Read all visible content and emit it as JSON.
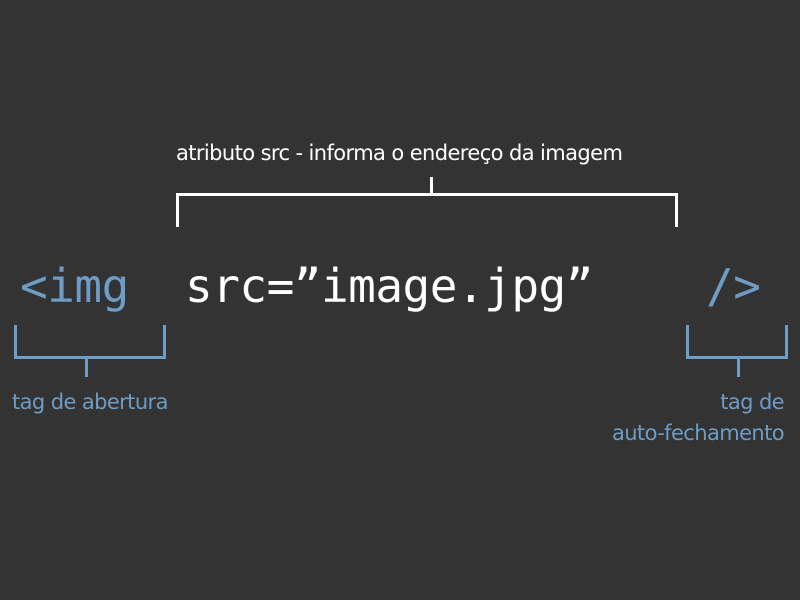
{
  "annotations": {
    "src_attribute": "atributo src - informa o endereço da imagem",
    "opening_tag": "tag de abertura",
    "self_closing_line1": "tag de",
    "self_closing_line2": "auto-fechamento"
  },
  "code": {
    "opening": "<img",
    "attribute": "src=”image.jpg”",
    "closing": "/>"
  },
  "colors": {
    "background": "#333333",
    "accent_blue": "#6d9cc5",
    "text_white": "#ffffff"
  }
}
